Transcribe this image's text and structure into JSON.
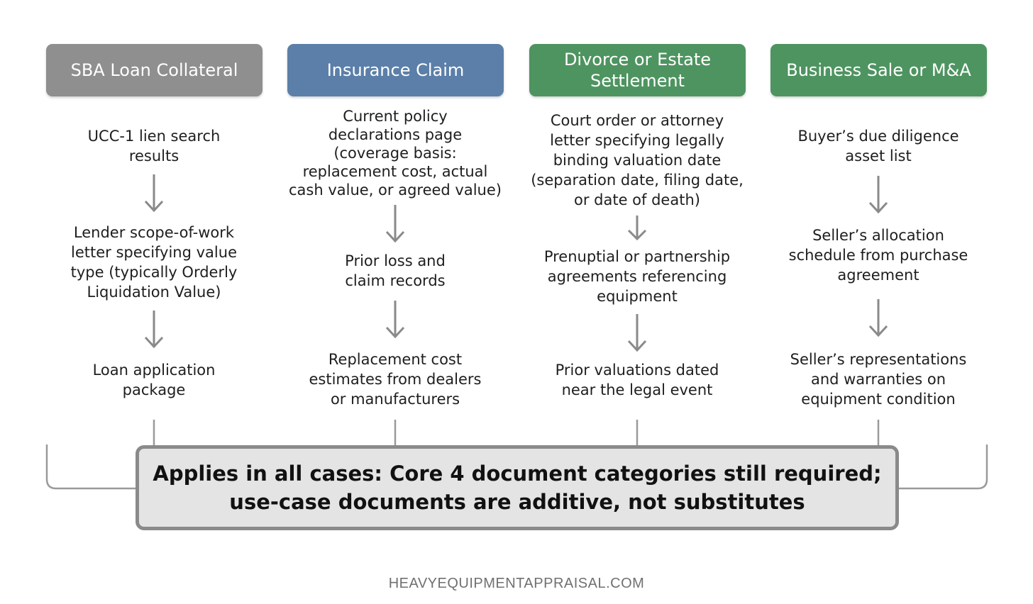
{
  "colors": {
    "sba": "#8f8f8f",
    "insurance": "#5b7fa8",
    "divorce": "#4e9460",
    "business": "#4e9460",
    "arrow": "#8a8a8a",
    "bracket": "#9a9a9a",
    "summary_border": "#8a8a8a",
    "summary_fill": "#e4e4e4"
  },
  "columns": [
    {
      "header": [
        "SBA Loan Collateral"
      ],
      "steps": [
        [
          "UCC-1 lien search",
          "results"
        ],
        [
          "Lender scope-of-work",
          "letter specifying value",
          "type (typically Orderly",
          "Liquidation Value)"
        ],
        [
          "Loan application",
          "package"
        ]
      ]
    },
    {
      "header": [
        "Insurance Claim"
      ],
      "steps": [
        [
          "Current policy",
          "declarations page",
          "(coverage basis:",
          "replacement cost, actual",
          "cash value, or agreed value)"
        ],
        [
          "Prior loss and",
          "claim records"
        ],
        [
          "Replacement cost",
          "estimates from dealers",
          "or manufacturers"
        ]
      ]
    },
    {
      "header": [
        "Divorce or Estate",
        "Settlement"
      ],
      "steps": [
        [
          "Court order or attorney",
          "letter specifying legally",
          "binding valuation date",
          "(separation date, filing date,",
          "or date of death)"
        ],
        [
          "Prenuptial or partnership",
          "agreements referencing",
          "equipment"
        ],
        [
          "Prior valuations dated",
          "near the legal event"
        ]
      ]
    },
    {
      "header": [
        "Business Sale or M&A"
      ],
      "steps": [
        [
          "Buyer’s due diligence",
          "asset list"
        ],
        [
          "Seller’s allocation",
          "schedule from purchase",
          "agreement"
        ],
        [
          "Seller’s representations",
          "and warranties on",
          "equipment condition"
        ]
      ]
    }
  ],
  "summary": {
    "line1": "Applies in all cases: Core 4 document categories still required;",
    "line2": "use-case documents are additive, not substitutes"
  },
  "footer": "HEAVYEQUIPMENTAPPRAISAL.COM"
}
